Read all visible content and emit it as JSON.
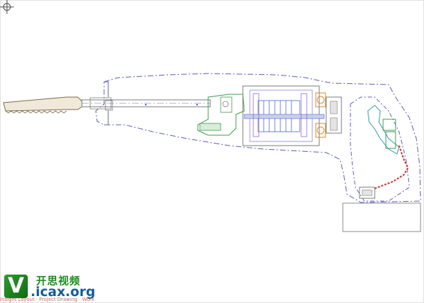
{
  "watermark": {
    "logo_letter": "V",
    "chinese_name": "开思视频",
    "site": ".icax.org"
  },
  "status_strip": "Insight Layout · Project Drawing · Work",
  "colors": {
    "background": "#ffffff",
    "outline_dashdot": "#5b5bb8",
    "body_gray": "#7a7a7a",
    "motor_blue": "#4a66c8",
    "gear_green": "#3c9a4c",
    "bearing_orange": "#d48a2a",
    "wiring_red": "#c83a3a",
    "trigger_teal": "#2a9aa6"
  },
  "icons": {
    "cursor": "crosshair-target-icon"
  }
}
